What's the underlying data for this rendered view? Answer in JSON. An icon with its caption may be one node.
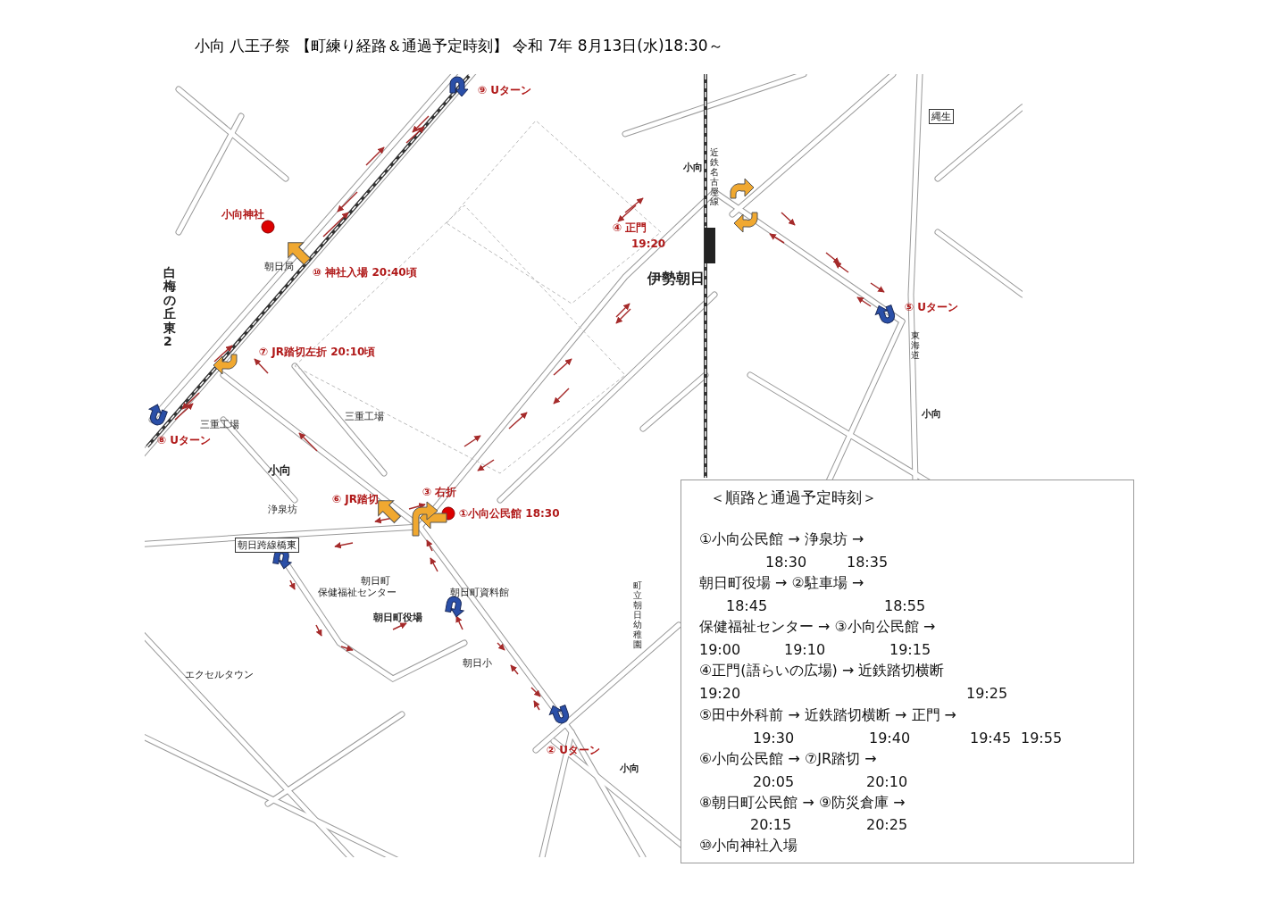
{
  "diagram": {
    "title": "小向 八王子祭 【町練り経路＆通過予定時刻】 令和 7年 8月13日(水)18:30～",
    "nodes": [
      {
        "text": [
          "＜順路と通過予定時刻＞",
          "①小向公民館 → 浄泉坊 →",
          "18:30",
          "18:35",
          "朝日町役場 → ②駐車場 →",
          "18:45",
          "18:55",
          "保健福祉センター → ③小向公民館 →",
          "19:00",
          "19:10",
          "19:15",
          "④正門(語らいの広場) → 近鉄踏切横断",
          "19:20",
          "19:25",
          "⑤田中外科前 → 近鉄踏切横断 → 正門 →",
          "19:30",
          "19:40",
          "19:45",
          "19:55",
          "⑥小向公民館 → ⑦JR踏切 →",
          "20:05",
          "20:10",
          "⑧朝日町公民館 → ⑨防災倉庫 →",
          "20:15",
          "20:25",
          "⑩小向神社入場"
        ]
      }
    ],
    "labels": [
      "⑨ Uターン",
      "小向神社",
      "⑩ 神社入場 20:40頃",
      "白梅の丘東2",
      "朝日局",
      "⑦ JR踏切左折 20:10頃",
      "⑧ Uターン",
      "三重工場",
      "三重工場",
      "小向",
      "小向",
      "近鉄名古屋線",
      "④ 正門",
      "19:20",
      "伊勢朝日",
      "縄生",
      "⑤ Uターン",
      "東海道",
      "小向",
      "⑥ JR踏切",
      "③ 右折",
      "①小向公民館 18:30",
      "浄泉坊",
      "朝日跨線橋東",
      "朝日町",
      "保健福祉センター",
      "朝日町資料館",
      "朝日町役場",
      "朝日小",
      "エクセルタウン",
      "町立朝日幼稚園",
      "② Uターン",
      "小向"
    ]
  }
}
